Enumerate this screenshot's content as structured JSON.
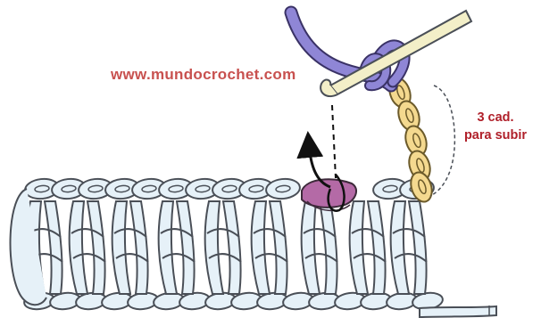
{
  "watermark": "www.mundocrochet.com",
  "annotation": {
    "line1": "3 cad.",
    "line2": "para subir"
  },
  "colors": {
    "background": "#ffffff",
    "yarn_fill": "#e6f1f8",
    "yarn_outline": "#4a4f57",
    "chain_yellow": "#f4d98f",
    "working_yarn_purple": "#8f86d6",
    "highlight_stitch_magenta": "#b46aa6",
    "hook_shaft": "#f3efc8",
    "annotation_red": "#b0202a",
    "watermark_red": "#c8514f",
    "arrow_black": "#111111"
  },
  "icons": [
    "crochet-hook-icon",
    "curved-arrow-icon"
  ]
}
